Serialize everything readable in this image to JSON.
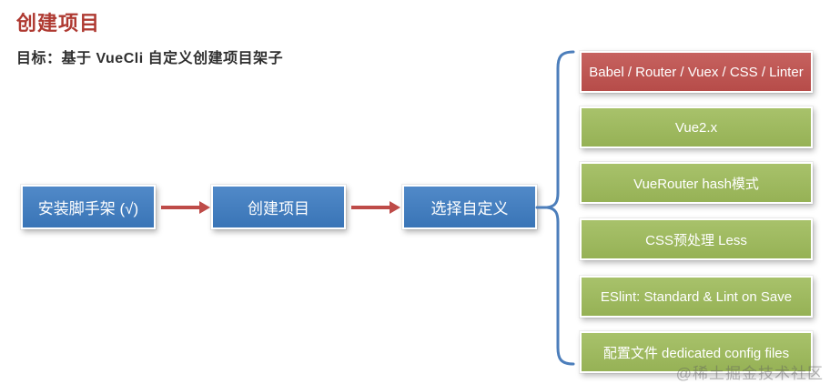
{
  "page": {
    "title": "创建项目",
    "subtitle": "目标：基于 VueCli 自定义创建项目架子",
    "watermark": "@稀土掘金技术社区"
  },
  "flow_steps": [
    {
      "label": "安装脚手架 (√)"
    },
    {
      "label": "创建项目"
    },
    {
      "label": "选择自定义"
    }
  ],
  "options": [
    {
      "label": "Babel / Router / Vuex / CSS / Linter",
      "color": "#C0504D"
    },
    {
      "label": "Vue2.x",
      "color": "#9EBB5A"
    },
    {
      "label": "VueRouter hash模式",
      "color": "#9EBB5A"
    },
    {
      "label": "CSS预处理 Less",
      "color": "#9EBB5A"
    },
    {
      "label": "ESlint: Standard & Lint on Save",
      "color": "#9EBB5A"
    },
    {
      "label": "配置文件 dedicated config files",
      "color": "#9EBB5A"
    }
  ],
  "colors": {
    "title": "#AF3A32",
    "subtitle": "#2F2F2F",
    "step_fill": "#3D7CC2",
    "arrow": "#BE4B48",
    "brace": "#4C7EBB"
  }
}
